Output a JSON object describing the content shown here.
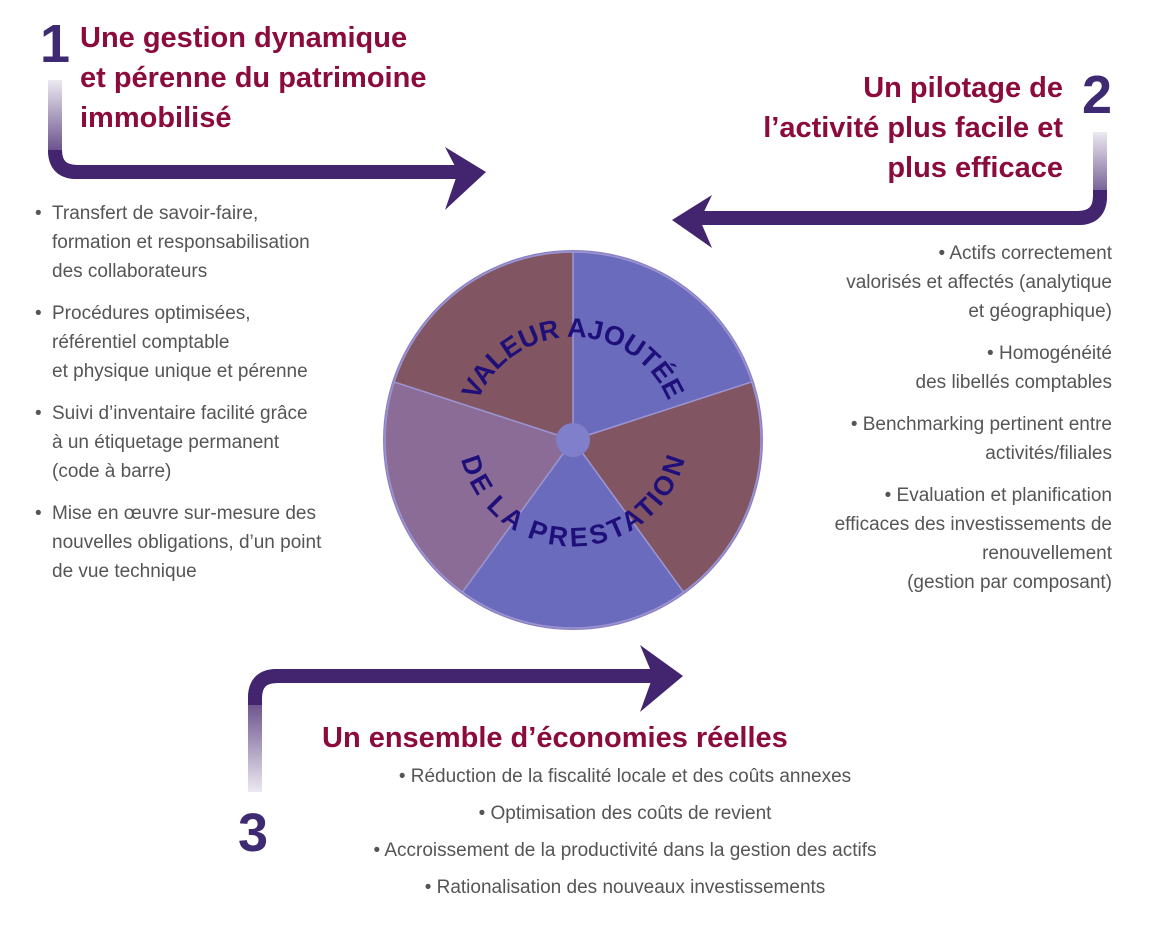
{
  "colors": {
    "title": "#8c0b3d",
    "arrow": "#43256f",
    "text": "#555555",
    "sector_brown": "#825562",
    "sector_blue": "#6b6bbd",
    "sector_mauve": "#8b6c97",
    "wheel_text": "#1f0f7a"
  },
  "bullet": "•",
  "section1": {
    "number": "1",
    "title": [
      "Une gestion dynamique",
      "et pérenne du patrimoine",
      "immobilisé"
    ],
    "items": [
      [
        "Transfert de savoir-faire,",
        "formation et responsabilisation",
        "des collaborateurs"
      ],
      [
        "Procédures optimisées,",
        "référentiel comptable",
        "et physique unique et pérenne"
      ],
      [
        "Suivi d’inventaire facilité grâce",
        "à un étiquetage permanent",
        "(code à barre)"
      ],
      [
        "Mise en œuvre sur-mesure des",
        "nouvelles obligations, d’un point",
        "de vue technique"
      ]
    ]
  },
  "section2": {
    "number": "2",
    "title": [
      "Un pilotage de",
      "l’activité plus facile et",
      "plus efficace"
    ],
    "items": [
      [
        "• Actifs correctement",
        "valorisés et affectés (analytique",
        "et géographique)"
      ],
      [
        "• Homogénéité",
        "des libellés comptables"
      ],
      [
        "• Benchmarking pertinent entre",
        "activités/filiales"
      ],
      [
        "• Evaluation et planification",
        "efficaces des investissements de",
        "renouvellement",
        "(gestion par composant)"
      ]
    ]
  },
  "section3": {
    "number": "3",
    "title": "Un ensemble d’économies réelles",
    "items": [
      "• Réduction de la fiscalité locale et des coûts annexes",
      "• Optimisation des coûts de revient",
      "• Accroissement de la productivité dans la gestion des actifs",
      "• Rationalisation des nouveaux investissements"
    ]
  },
  "wheel": {
    "top_text": "VALEUR AJOUTÉE",
    "bottom_text": "DE LA PRESTATION"
  }
}
